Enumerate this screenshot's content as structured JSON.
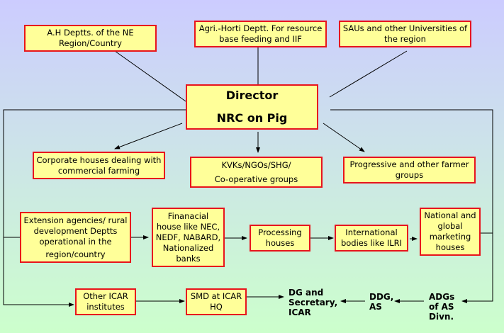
{
  "diagram": {
    "top_boxes": [
      {
        "lines": [
          "A.H Deptts. of the NE",
          "Region/Country"
        ]
      },
      {
        "lines": [
          "Agri.-Horti Deptt. For resource",
          "base feeding and IIF"
        ]
      },
      {
        "lines": [
          "SAUs and other Universities of",
          "the region"
        ]
      }
    ],
    "director": {
      "lines": [
        "Director",
        "NRC on Pig"
      ]
    },
    "middle_boxes": [
      {
        "lines": [
          "Corporate houses dealing with",
          "commercial farming"
        ]
      },
      {
        "lines": [
          "KVKs/NGOs/SHG/",
          "Co-operative groups"
        ]
      },
      {
        "lines": [
          "Progressive and other farmer",
          "groups"
        ]
      }
    ],
    "chain_boxes": [
      {
        "lines": [
          "Extension agencies/ rural",
          "development Deptts",
          "operational in the",
          "region/country"
        ]
      },
      {
        "lines": [
          "Finanacial",
          "house like NEC,",
          "NEDF, NABARD,",
          "Nationalized",
          "banks"
        ]
      },
      {
        "lines": [
          "Processing",
          "houses"
        ]
      },
      {
        "lines": [
          "International",
          "bodies like ILRI"
        ]
      },
      {
        "lines": [
          "National and",
          "global",
          "marketing",
          "houses"
        ]
      }
    ],
    "bottom_boxes": [
      {
        "lines": [
          "Other ICAR",
          "institutes"
        ]
      },
      {
        "lines": [
          "SMD at ICAR",
          "HQ"
        ]
      }
    ],
    "bottom_labels": [
      {
        "lines": [
          "DG and",
          "Secretary,",
          "ICAR"
        ]
      },
      {
        "lines": [
          "DDG,",
          "AS"
        ]
      },
      {
        "lines": [
          "ADGs",
          "of AS",
          "Divn."
        ]
      }
    ]
  },
  "colors": {
    "box_fill": "#ffff99",
    "box_border": "#e8141c",
    "background_top": "#ccccff",
    "background_bottom": "#ccffcc"
  }
}
